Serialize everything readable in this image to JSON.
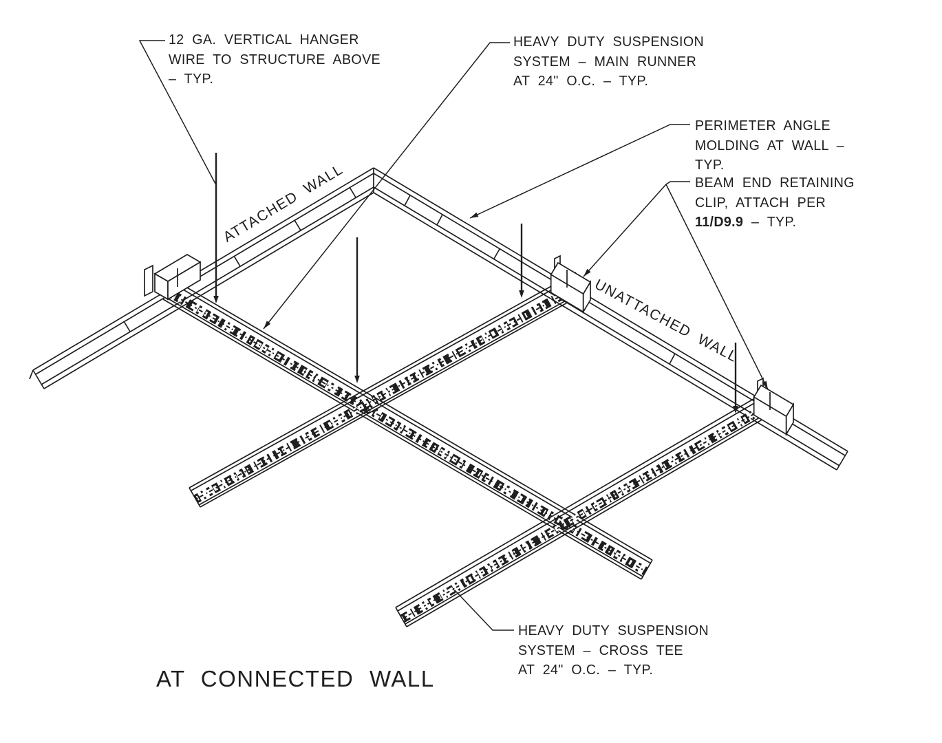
{
  "meta": {
    "drawing_type": "suspended ceiling suspension detail",
    "ink_color": "#1f1f1f",
    "background_color": "#ffffff"
  },
  "title": "AT CONNECTED WALL",
  "drawing_labels": {
    "attached_wall": "ATTACHED WALL",
    "unattached_wall": "UNATTACHED WALL"
  },
  "callouts": {
    "hanger_wire": {
      "lines": [
        "12 GA. VERTICAL HANGER",
        "WIRE TO STRUCTURE ABOVE",
        "– TYP."
      ]
    },
    "main_runner": {
      "lines": [
        "HEAVY DUTY SUSPENSION",
        "SYSTEM – MAIN RUNNER",
        "AT 24\" O.C. – TYP."
      ]
    },
    "perimeter_molding": {
      "lines": [
        "PERIMETER ANGLE",
        "MOLDING AT WALL –",
        "TYP."
      ]
    },
    "retaining_clip": {
      "line1": "BEAM END RETAINING",
      "line2": "CLIP, ATTACH PER",
      "line3_bold": "11/D9.9",
      "line3_rest": " – TYP."
    },
    "cross_tee": {
      "lines": [
        "HEAVY DUTY SUSPENSION",
        "SYSTEM – CROSS TEE",
        "AT 24\" O.C. – TYP."
      ]
    }
  }
}
